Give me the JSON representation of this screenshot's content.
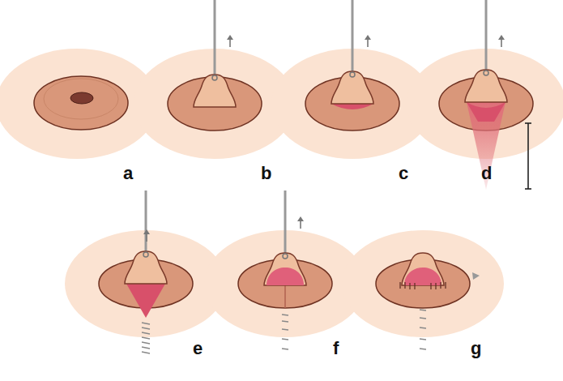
{
  "diagram": {
    "labels": [
      "a",
      "b",
      "c",
      "d",
      "e",
      "f",
      "g"
    ]
  }
}
